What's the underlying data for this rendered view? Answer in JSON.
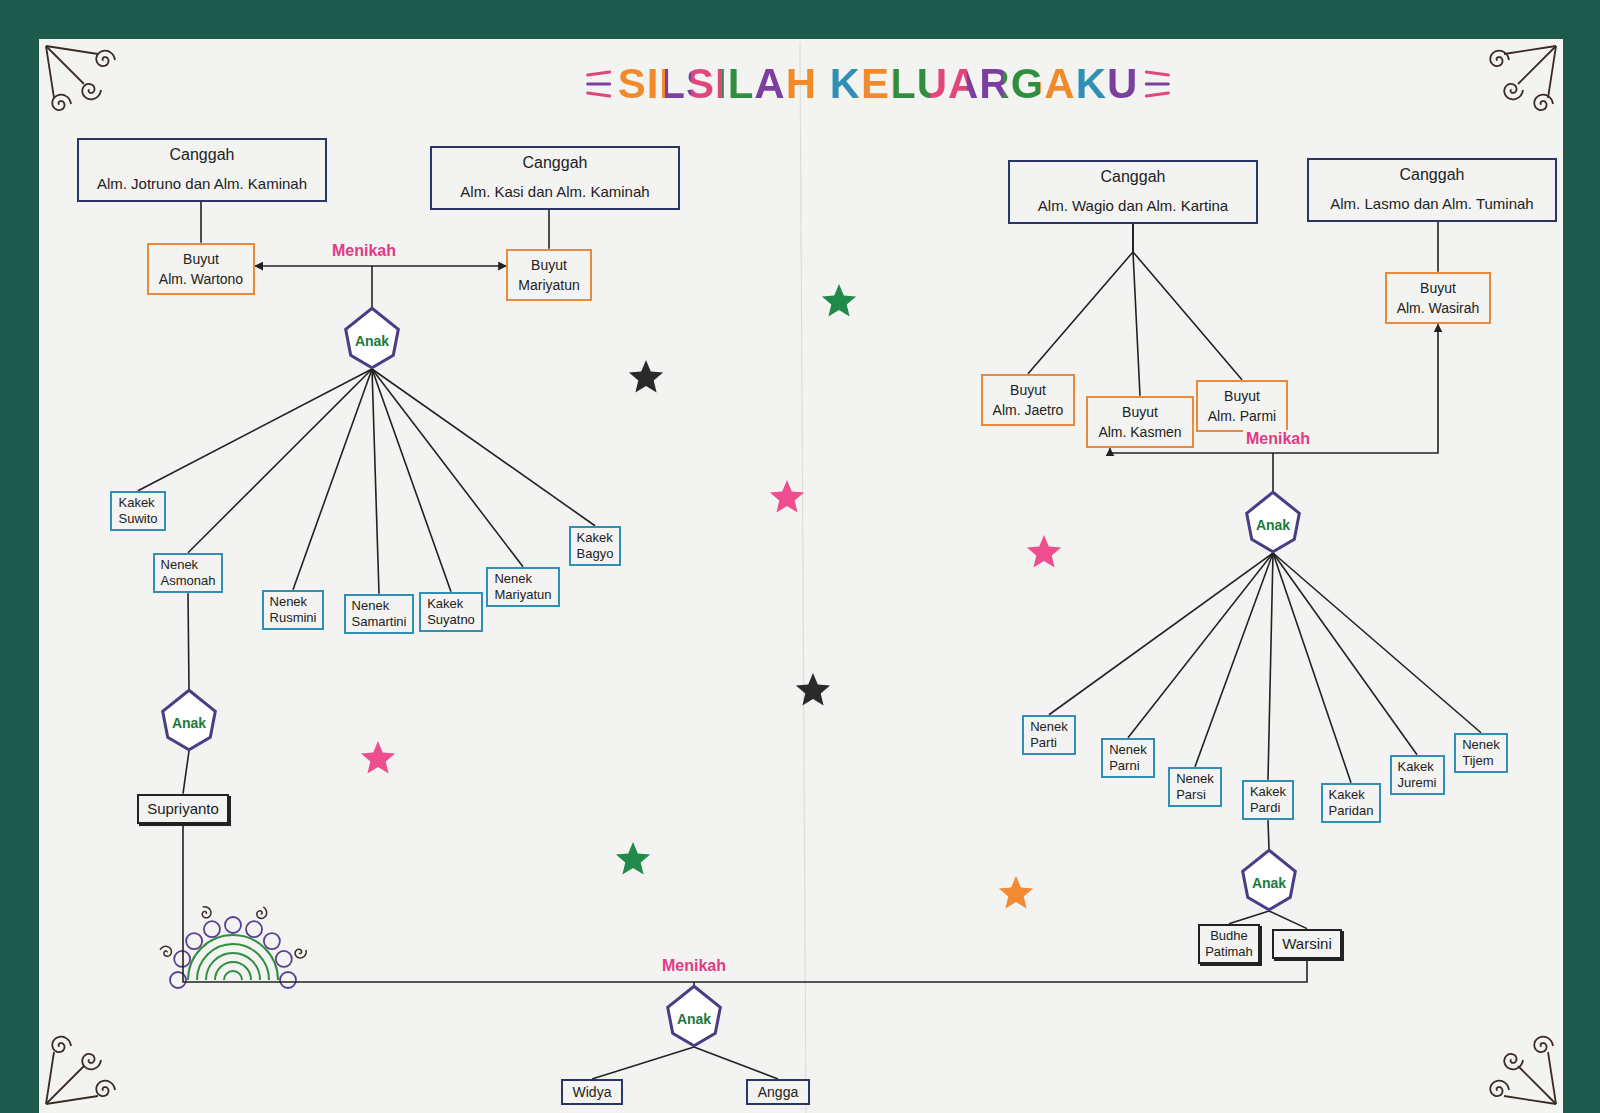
{
  "diagram": {
    "title": "SILSILAH KELUARGAKU",
    "nodes": [
      {
        "text": [
          "Canggah",
          "Alm. Jotruno dan Alm. Kaminah"
        ]
      },
      {
        "text": [
          "Canggah",
          "Alm. Kasi dan Alm. Kaminah"
        ]
      },
      {
        "text": [
          "Canggah",
          "Alm. Wagio dan Alm. Kartina"
        ]
      },
      {
        "text": [
          "Canggah",
          "Alm. Lasmo dan Alm. Tuminah"
        ]
      },
      {
        "text": [
          "Buyut",
          "Alm. Wartono"
        ]
      },
      {
        "text": [
          "Buyut",
          "Mariyatun"
        ]
      },
      {
        "text": [
          "Buyut",
          "Alm. Wasirah"
        ]
      },
      {
        "text": [
          "Anak"
        ]
      },
      {
        "text": [
          "Buyut",
          "Alm. Jaetro"
        ]
      },
      {
        "text": [
          "Buyut",
          "Alm. Kasmen"
        ]
      },
      {
        "text": [
          "Buyut",
          "Alm. Parmi"
        ]
      },
      {
        "text": [
          "Anak"
        ]
      },
      {
        "text": [
          "Kakek Suwito"
        ]
      },
      {
        "text": [
          "Kakek Bagyo"
        ]
      },
      {
        "text": [
          "Nenek Asmonah"
        ]
      },
      {
        "text": [
          "Nenek Mariyatun"
        ]
      },
      {
        "text": [
          "Nenek Rusmini"
        ]
      },
      {
        "text": [
          "Nenek Samartini"
        ]
      },
      {
        "text": [
          "Kakek Suyatno"
        ]
      },
      {
        "text": [
          "Anak"
        ]
      },
      {
        "text": [
          "Nenek Parti"
        ]
      },
      {
        "text": [
          "Nenek Tijem"
        ]
      },
      {
        "text": [
          "Kakek Juremi"
        ]
      },
      {
        "text": [
          "Nenek Parni"
        ]
      },
      {
        "text": [
          "Nenek Parsi"
        ]
      },
      {
        "text": [
          "Kakek Pardi"
        ]
      },
      {
        "text": [
          "Kakek Paridan"
        ]
      },
      {
        "text": [
          "Supriyanto"
        ]
      },
      {
        "text": [
          "Anak"
        ]
      },
      {
        "text": [
          "Budhe Patimah"
        ]
      },
      {
        "text": [
          "Warsini"
        ]
      },
      {
        "text": [
          "Anak"
        ]
      },
      {
        "text": [
          "Widya"
        ]
      },
      {
        "text": [
          "Angga"
        ]
      }
    ],
    "edges": [
      {
        "from": 0,
        "to": 4,
        "arrow": "none"
      },
      {
        "from": 1,
        "to": 5,
        "arrow": "none"
      },
      {
        "from": 2,
        "to": 8,
        "arrow": "none"
      },
      {
        "from": 2,
        "to": 9,
        "arrow": "none"
      },
      {
        "from": 2,
        "to": 10,
        "arrow": "none"
      },
      {
        "from": 3,
        "to": 6,
        "arrow": "none"
      },
      {
        "from": 4,
        "to": 5,
        "label": "Menikah",
        "arrow": "both"
      },
      {
        "from": 9,
        "to": 6,
        "label": "Menikah",
        "arrow": "both"
      },
      {
        "from": 7,
        "to": 12,
        "arrow": "none"
      },
      {
        "from": 7,
        "to": 13,
        "arrow": "none"
      },
      {
        "from": 7,
        "to": 14,
        "arrow": "none"
      },
      {
        "from": 7,
        "to": 15,
        "arrow": "none"
      },
      {
        "from": 7,
        "to": 16,
        "arrow": "none"
      },
      {
        "from": 7,
        "to": 17,
        "arrow": "none"
      },
      {
        "from": 7,
        "to": 18,
        "arrow": "none"
      },
      {
        "from": 14,
        "to": 19,
        "arrow": "none"
      },
      {
        "from": 19,
        "to": 27,
        "arrow": "none"
      },
      {
        "from": 11,
        "to": 20,
        "arrow": "none"
      },
      {
        "from": 11,
        "to": 21,
        "arrow": "none"
      },
      {
        "from": 11,
        "to": 22,
        "arrow": "none"
      },
      {
        "from": 11,
        "to": 23,
        "arrow": "none"
      },
      {
        "from": 11,
        "to": 24,
        "arrow": "none"
      },
      {
        "from": 11,
        "to": 25,
        "arrow": "none"
      },
      {
        "from": 11,
        "to": 26,
        "arrow": "none"
      },
      {
        "from": 25,
        "to": 28,
        "arrow": "none"
      },
      {
        "from": 28,
        "to": 29,
        "arrow": "none"
      },
      {
        "from": 28,
        "to": 30,
        "arrow": "none"
      },
      {
        "from": 27,
        "to": 30,
        "label": "Menikah",
        "arrow": "none"
      },
      {
        "from": 31,
        "to": 32,
        "arrow": "none"
      },
      {
        "from": 31,
        "to": 33,
        "arrow": "none"
      }
    ]
  }
}
